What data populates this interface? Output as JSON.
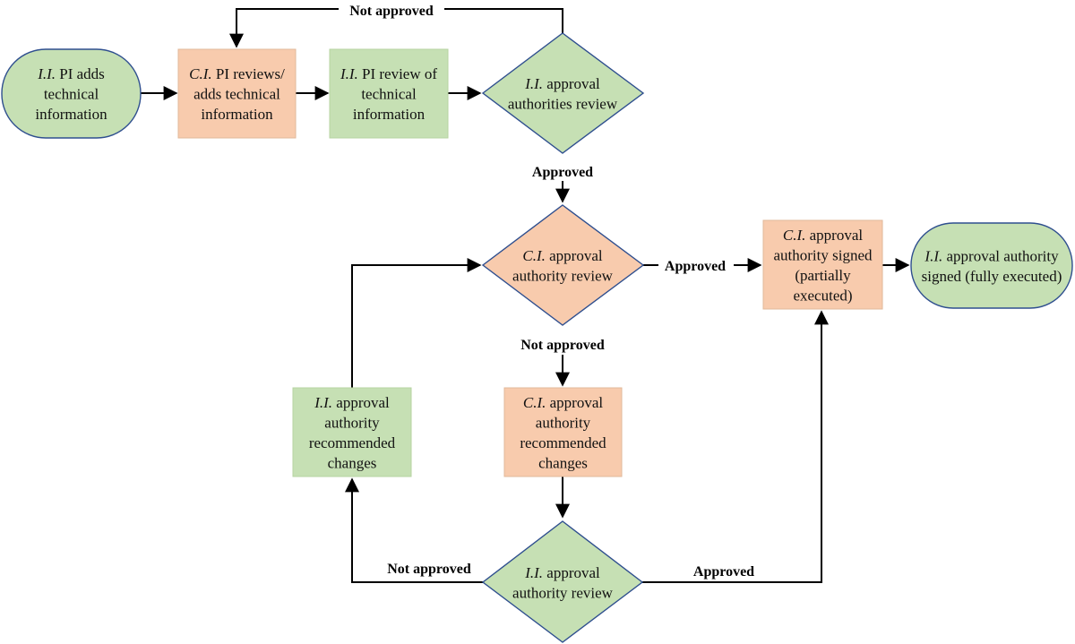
{
  "nodes": {
    "n1": {
      "lines": [
        [
          {
            "t": "I.I.",
            "i": true
          },
          {
            "t": " PI adds",
            "i": false
          }
        ],
        [
          {
            "t": "technical",
            "i": false
          }
        ],
        [
          {
            "t": "information",
            "i": false
          }
        ]
      ]
    },
    "n2": {
      "lines": [
        [
          {
            "t": "C.I.",
            "i": true
          },
          {
            "t": " PI reviews/",
            "i": false
          }
        ],
        [
          {
            "t": "adds technical",
            "i": false
          }
        ],
        [
          {
            "t": "information",
            "i": false
          }
        ]
      ]
    },
    "n3": {
      "lines": [
        [
          {
            "t": "I.I.",
            "i": true
          },
          {
            "t": " PI review of",
            "i": false
          }
        ],
        [
          {
            "t": "technical",
            "i": false
          }
        ],
        [
          {
            "t": "information",
            "i": false
          }
        ]
      ]
    },
    "d1": {
      "lines": [
        [
          {
            "t": "I.I.",
            "i": true
          },
          {
            "t": " approval",
            "i": false
          }
        ],
        [
          {
            "t": "authorities review",
            "i": false
          }
        ]
      ]
    },
    "d2": {
      "lines": [
        [
          {
            "t": "C.I.",
            "i": true
          },
          {
            "t": " approval",
            "i": false
          }
        ],
        [
          {
            "t": "authority review",
            "i": false
          }
        ]
      ]
    },
    "n4": {
      "lines": [
        [
          {
            "t": "C.I.",
            "i": true
          },
          {
            "t": " approval",
            "i": false
          }
        ],
        [
          {
            "t": "authority signed",
            "i": false
          }
        ],
        [
          {
            "t": "(partially",
            "i": false
          }
        ],
        [
          {
            "t": "executed)",
            "i": false
          }
        ]
      ]
    },
    "n5": {
      "lines": [
        [
          {
            "t": "I.I.",
            "i": true
          },
          {
            "t": " approval authority",
            "i": false
          }
        ],
        [
          {
            "t": "signed (fully executed)",
            "i": false
          }
        ]
      ]
    },
    "n6": {
      "lines": [
        [
          {
            "t": "I.I.",
            "i": true
          },
          {
            "t": " approval",
            "i": false
          }
        ],
        [
          {
            "t": "authority",
            "i": false
          }
        ],
        [
          {
            "t": "recommended",
            "i": false
          }
        ],
        [
          {
            "t": "changes",
            "i": false
          }
        ]
      ]
    },
    "n7": {
      "lines": [
        [
          {
            "t": "C.I.",
            "i": true
          },
          {
            "t": " approval",
            "i": false
          }
        ],
        [
          {
            "t": "authority",
            "i": false
          }
        ],
        [
          {
            "t": "recommended",
            "i": false
          }
        ],
        [
          {
            "t": "changes",
            "i": false
          }
        ]
      ]
    },
    "d3": {
      "lines": [
        [
          {
            "t": "I.I.",
            "i": true
          },
          {
            "t": " approval",
            "i": false
          }
        ],
        [
          {
            "t": "authority review",
            "i": false
          }
        ]
      ]
    }
  },
  "edge_labels": {
    "loop_top": "Not approved",
    "d1_down": "Approved",
    "d2_right": "Approved",
    "d2_down": "Not approved",
    "d3_left": "Not approved",
    "d3_right": "Approved"
  }
}
